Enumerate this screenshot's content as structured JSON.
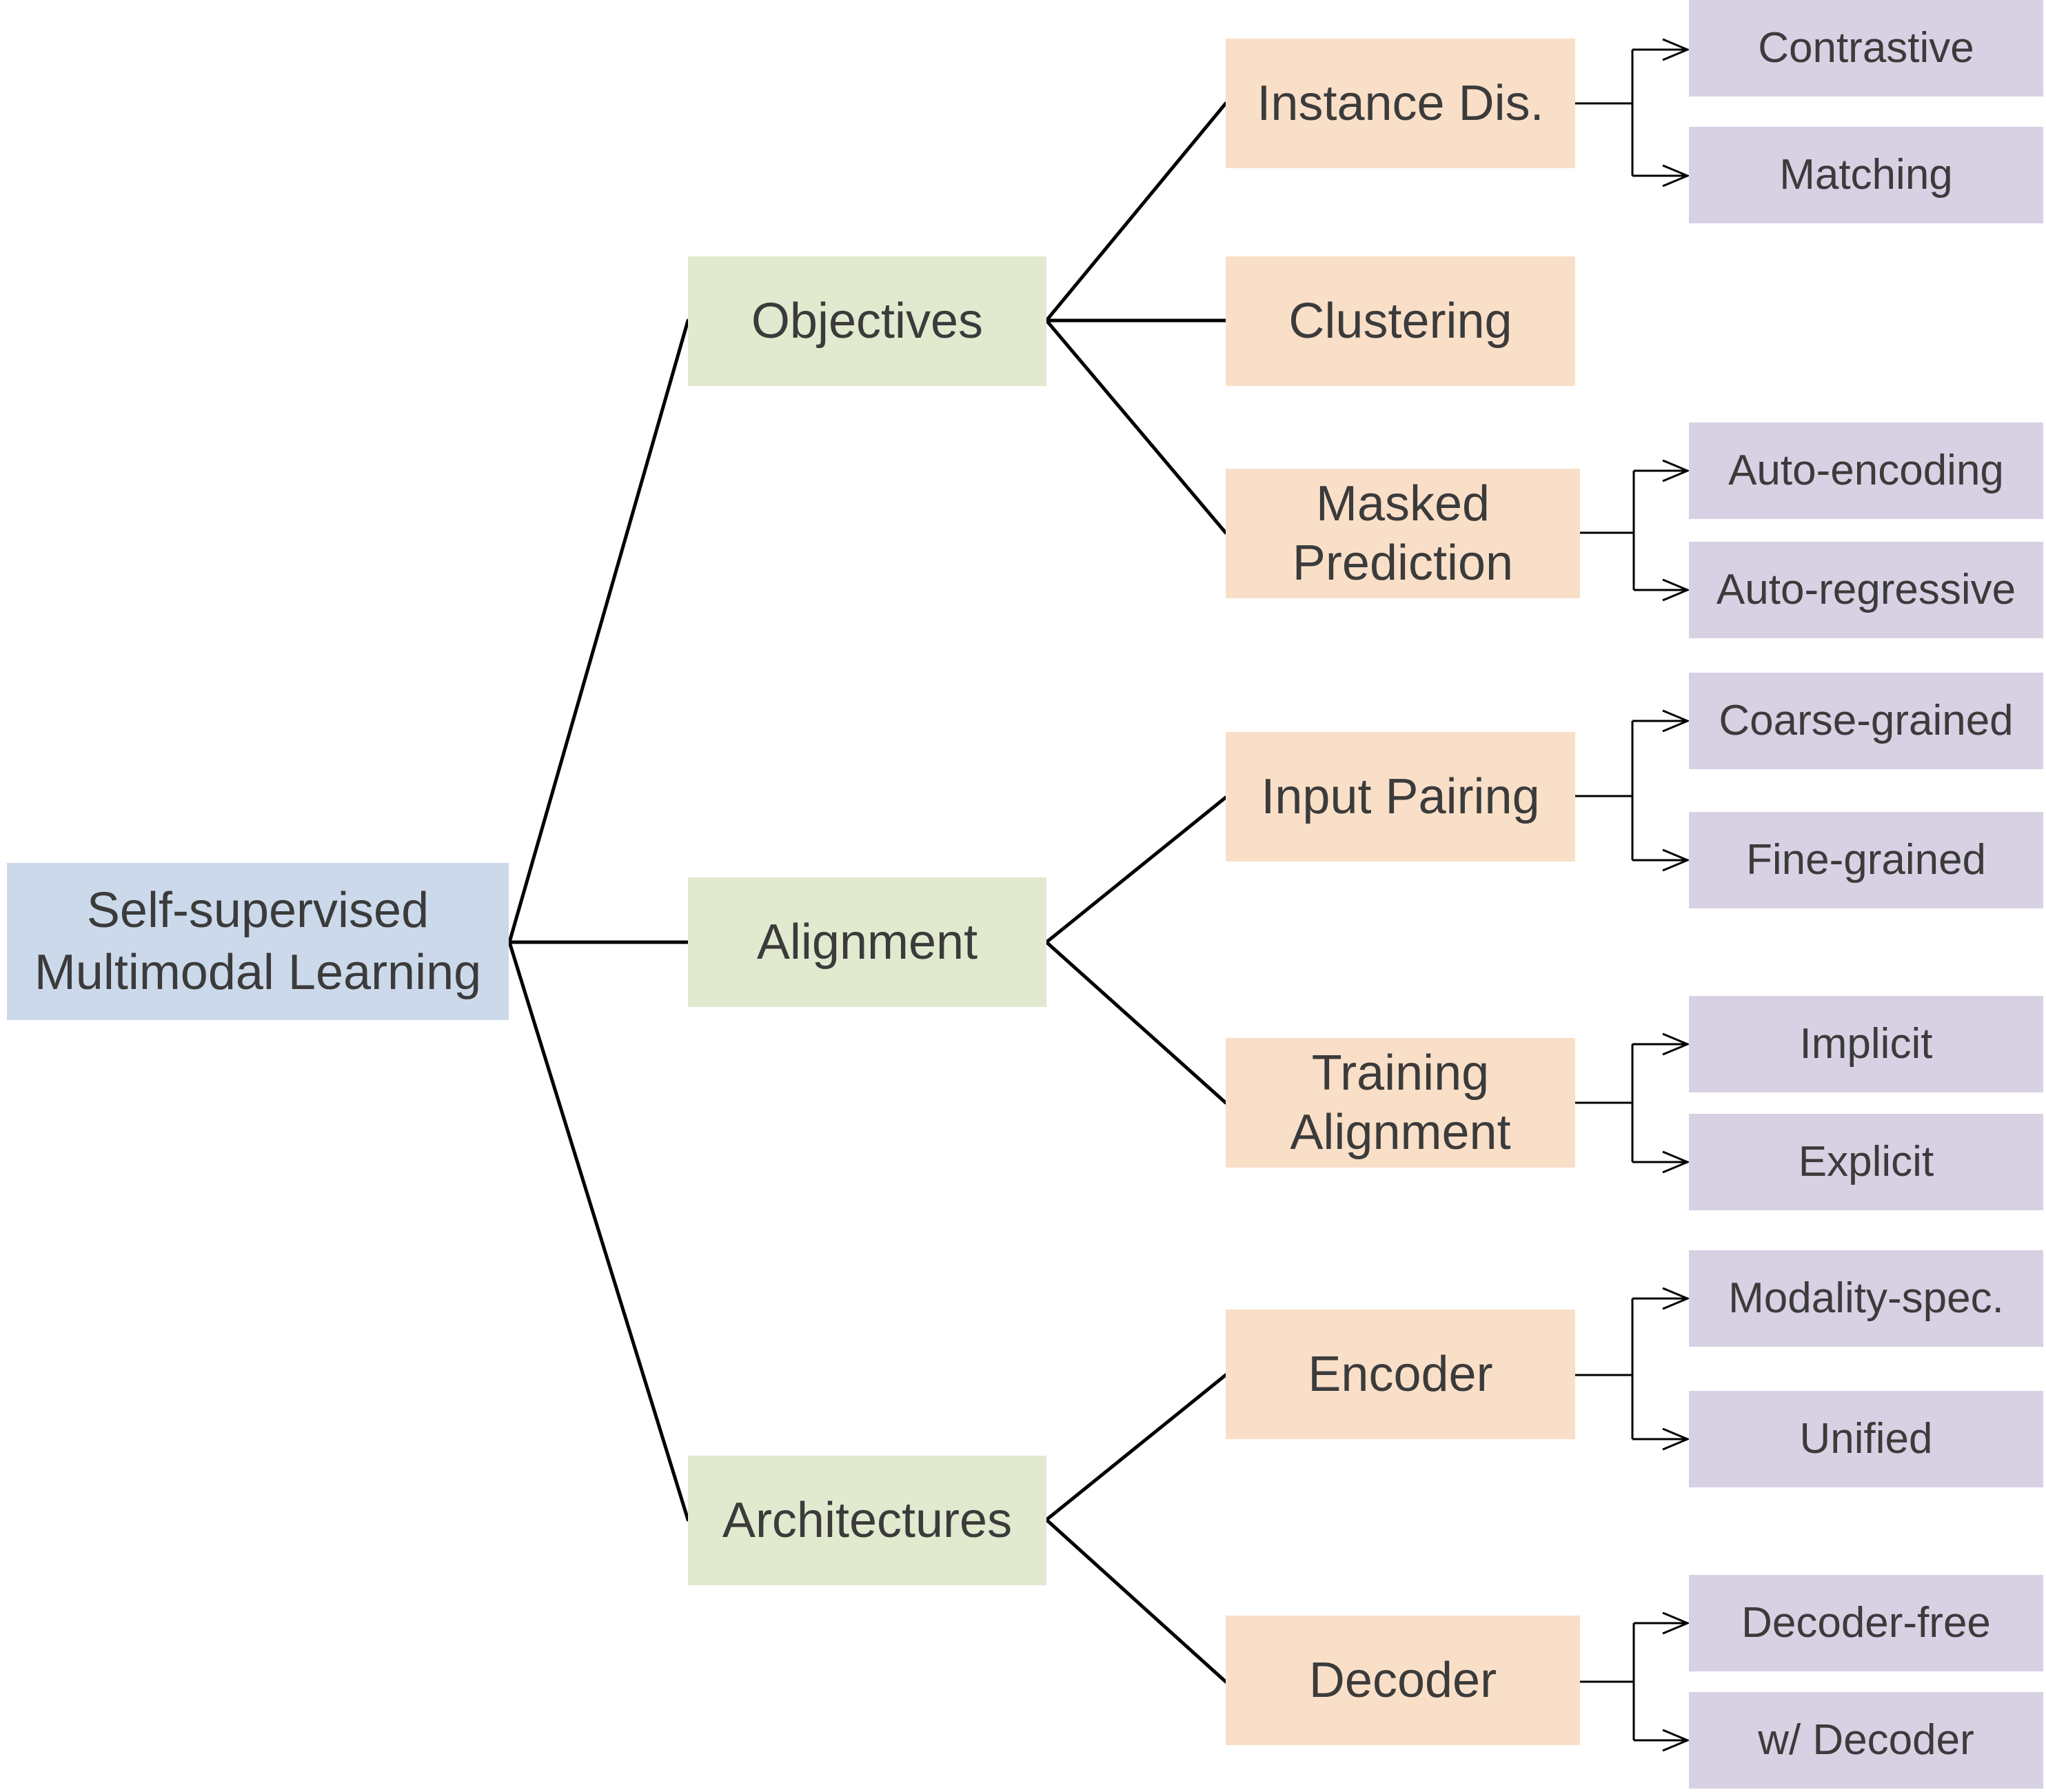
{
  "root": {
    "line1": "Self-supervised",
    "line2": "Multimodal Learning"
  },
  "objectives": {
    "label": "Objectives",
    "instance": {
      "label": "Instance Dis.",
      "children": [
        "Contrastive",
        "Matching"
      ]
    },
    "clustering": {
      "label": "Clustering"
    },
    "masked": {
      "line1": "Masked",
      "line2": "Prediction",
      "children": [
        "Auto-encoding",
        "Auto-regressive"
      ]
    }
  },
  "alignment": {
    "label": "Alignment",
    "input_pairing": {
      "label": "Input Pairing",
      "children": [
        "Coarse-grained",
        "Fine-grained"
      ]
    },
    "training": {
      "line1": "Training",
      "line2": "Alignment",
      "children": [
        "Implicit",
        "Explicit"
      ]
    }
  },
  "architectures": {
    "label": "Architectures",
    "encoder": {
      "label": "Encoder",
      "children": [
        "Modality-spec.",
        "Unified"
      ]
    },
    "decoder": {
      "label": "Decoder",
      "children": [
        "Decoder-free",
        "w/ Decoder"
      ]
    }
  },
  "colors": {
    "root_fill": "#cbd9ea",
    "level1_fill": "#e1e9cf",
    "level2_fill": "#fadfc8",
    "level3_fill": "#d8d0e3",
    "line": "#000000",
    "text": "#3b3b3b"
  }
}
